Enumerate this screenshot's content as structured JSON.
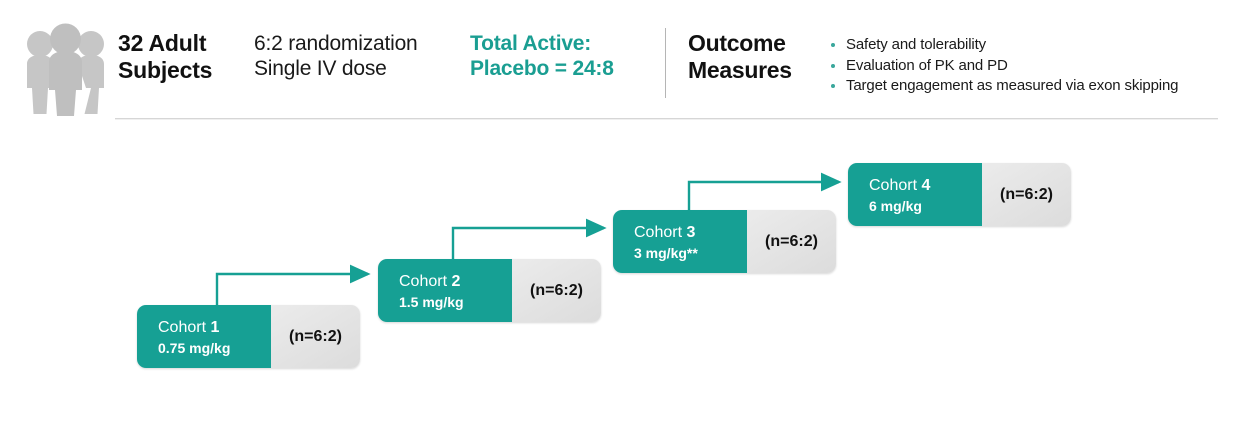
{
  "header": {
    "people_icon": "people-group-icon",
    "subjects": "32 Adult\nSubjects",
    "design": "6:2 randomization\nSingle IV dose",
    "ratio": "Total Active:\nPlacebo = 24:8",
    "outcome_title": "Outcome\nMeasures",
    "outcome_items": [
      "Safety and tolerability",
      "Evaluation of PK and PD",
      "Target engagement as measured via exon skipping"
    ]
  },
  "diagram": {
    "cohorts": [
      {
        "name_prefix": "Cohort ",
        "number": "1",
        "dose": "0.75 mg/kg",
        "n": "(n=6:2)"
      },
      {
        "name_prefix": "Cohort ",
        "number": "2",
        "dose": "1.5 mg/kg",
        "n": "(n=6:2)"
      },
      {
        "name_prefix": "Cohort ",
        "number": "3",
        "dose": "3 mg/kg**",
        "n": "(n=6:2)"
      },
      {
        "name_prefix": "Cohort ",
        "number": "4",
        "dose": "6 mg/kg",
        "n": "(n=6:2)"
      }
    ],
    "arrow_labels": [
      "escalate-1-to-2",
      "escalate-2-to-3",
      "escalate-3-to-4"
    ]
  },
  "colors": {
    "teal": "#16a094",
    "teal_text": "#1a9e92",
    "gray_panel": "#e6e6e6",
    "icon_gray": "#c6c6c6",
    "rule": "#d6d6d6"
  }
}
